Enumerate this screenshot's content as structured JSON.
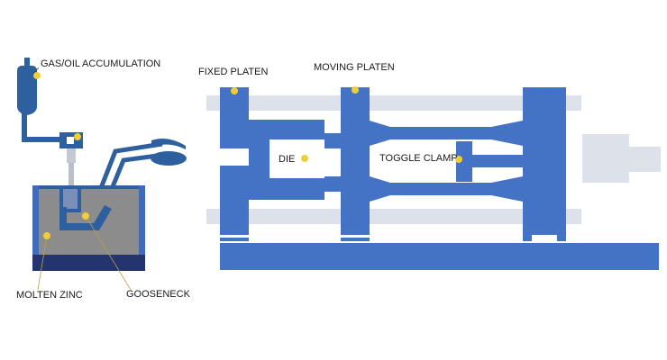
{
  "labels": {
    "gas_oil_accumulation": "GAS/OIL ACCUMULATION",
    "fixed_platen": "FIXED PLATEN",
    "moving_platen": "MOVING PLATEN",
    "die": "DIE",
    "toggle_clamp": "TOGGLE CLAMP",
    "molten_zinc": "MOLTEN ZINC",
    "gooseneck": "GOOSENECK"
  },
  "colors": {
    "machine_blue": "#4472c4",
    "accumulator_blue": "#2e5f9e",
    "pot_dark": "#23346e",
    "pot_rim": "#3f6bb8",
    "molten_gray": "#8c8c8c",
    "rod_gray": "#dde1ea",
    "marker_yellow": "#f2cd3a"
  }
}
